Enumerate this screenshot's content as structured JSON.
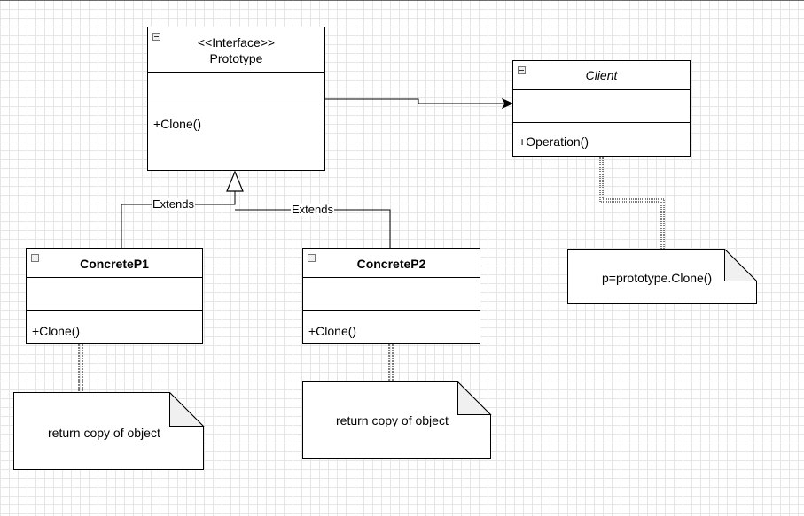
{
  "classes": {
    "prototype": {
      "stereotype": "<<Interface>>",
      "name": "Prototype",
      "operation": "+Clone()"
    },
    "client": {
      "name": "Client",
      "operation": "+Operation()"
    },
    "concrete1": {
      "name": "ConcreteP1",
      "operation": "+Clone()"
    },
    "concrete2": {
      "name": "ConcreteP2",
      "operation": "+Clone()"
    }
  },
  "notes": {
    "client_note": "p=prototype.Clone()",
    "concrete1_note": "return copy of object",
    "concrete2_note": "return copy of object"
  },
  "edges": {
    "extends_left": "Extends",
    "extends_right": "Extends"
  }
}
